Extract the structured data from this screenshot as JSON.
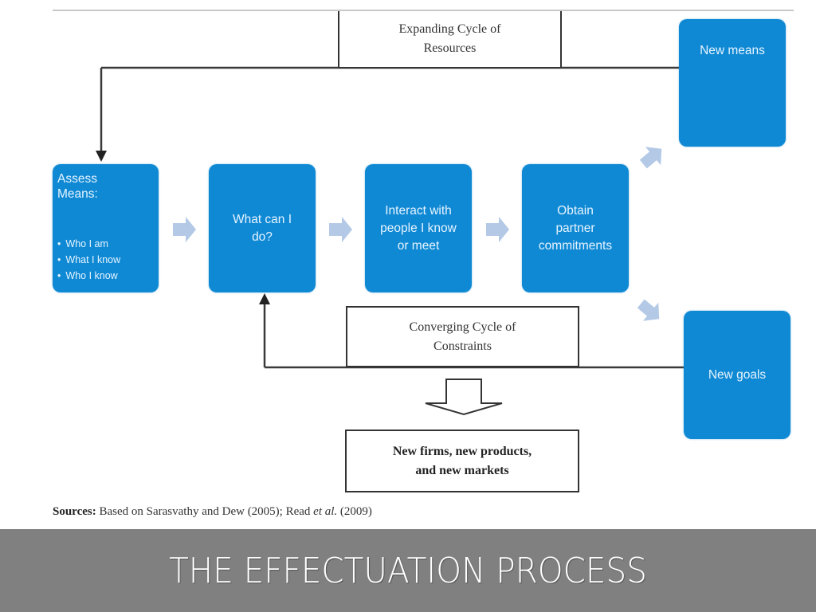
{
  "diagram": {
    "expanding_cycle_label": "Expanding Cycle of Resources",
    "expanding_cycle_lines": [
      "Expanding Cycle of",
      "Resources"
    ],
    "converging_cycle_lines": [
      "Converging Cycle of",
      "Constraints"
    ],
    "outcome_lines": [
      "New firms, new products,",
      "and new markets"
    ],
    "nodes": {
      "assess": {
        "title_lines": [
          "Assess",
          "Means:"
        ],
        "bullets": [
          "Who I am",
          "What I know",
          "Who I know"
        ]
      },
      "what_can_i_do": {
        "lines": [
          "What can I",
          "do?"
        ]
      },
      "interact": {
        "lines": [
          "Interact with",
          "people I know",
          "or meet"
        ]
      },
      "obtain": {
        "lines": [
          "Obtain",
          "partner",
          "commitments"
        ]
      },
      "new_means": {
        "label": "New means"
      },
      "new_goals": {
        "label": "New goals"
      }
    },
    "colors": {
      "node_fill": "#1089d4",
      "node_text": "#e6f4ff",
      "arrow_fill": "#b3c9e6",
      "line": "#3a3a3a"
    }
  },
  "sources": {
    "label": "Sources:",
    "text_before": " Based on Sarasvathy and Dew (2005); Read ",
    "italic": "et al.",
    "text_after": " (2009)"
  },
  "footer": {
    "title": "THE EFFECTUATION PROCESS",
    "background": "#808080"
  }
}
